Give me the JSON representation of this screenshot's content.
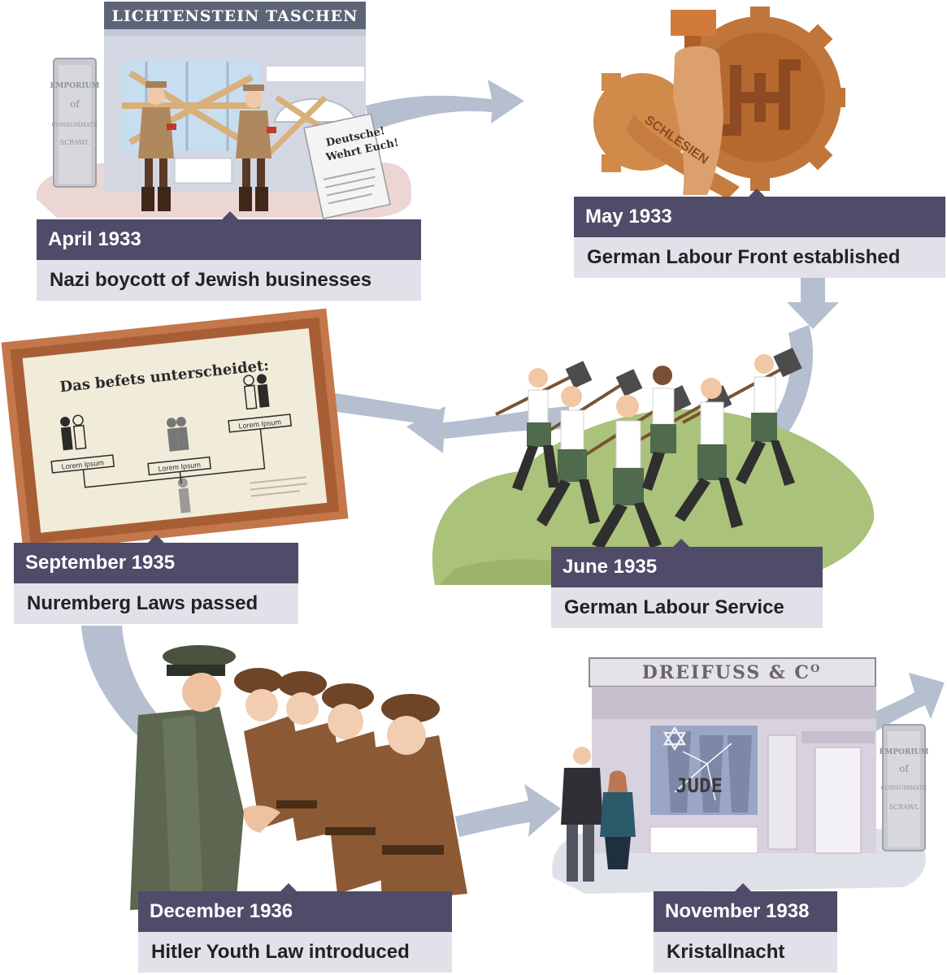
{
  "events": [
    {
      "date": "April 1933",
      "label": "Nazi boycott of Jewish businesses"
    },
    {
      "date": "May 1933",
      "label": "German Labour Front established"
    },
    {
      "date": "June 1935",
      "label": "German Labour Service"
    },
    {
      "date": "September 1935",
      "label": "Nuremberg Laws passed"
    },
    {
      "date": "December 1936",
      "label": "Hitler Youth Law introduced"
    },
    {
      "date": "November 1938",
      "label": "Kristallnacht"
    }
  ],
  "illustrations": {
    "shop1_sign": "LICHTENSTEIN TASCHEN",
    "gear_band": "SCHLESIEN",
    "poster_heading": "Das befets unterscheidet:",
    "poster_box1": "Lorem Ipsum",
    "poster_box2": "Lorem Ipsum",
    "poster_box3": "Lorem Ipsum",
    "leaflet_heading_1": "Deutsche!",
    "leaflet_heading_2": "Wehrt Euch!",
    "shop2_sign": "DREIFUSS & C",
    "shop2_sign_sup": "O",
    "graffiti": "JUDE",
    "emporium_1": "EMPORIUM",
    "emporium_2": "of",
    "emporium_3": "CONSUMMATE",
    "emporium_4": "SCRAWL"
  },
  "colors": {
    "label_dark": "#4f4b69",
    "label_light": "#e2e1ea",
    "arrow": "#b5bfd0",
    "gear": "#c0763a",
    "hill": "#aac27a",
    "frame": "#c3774a"
  }
}
